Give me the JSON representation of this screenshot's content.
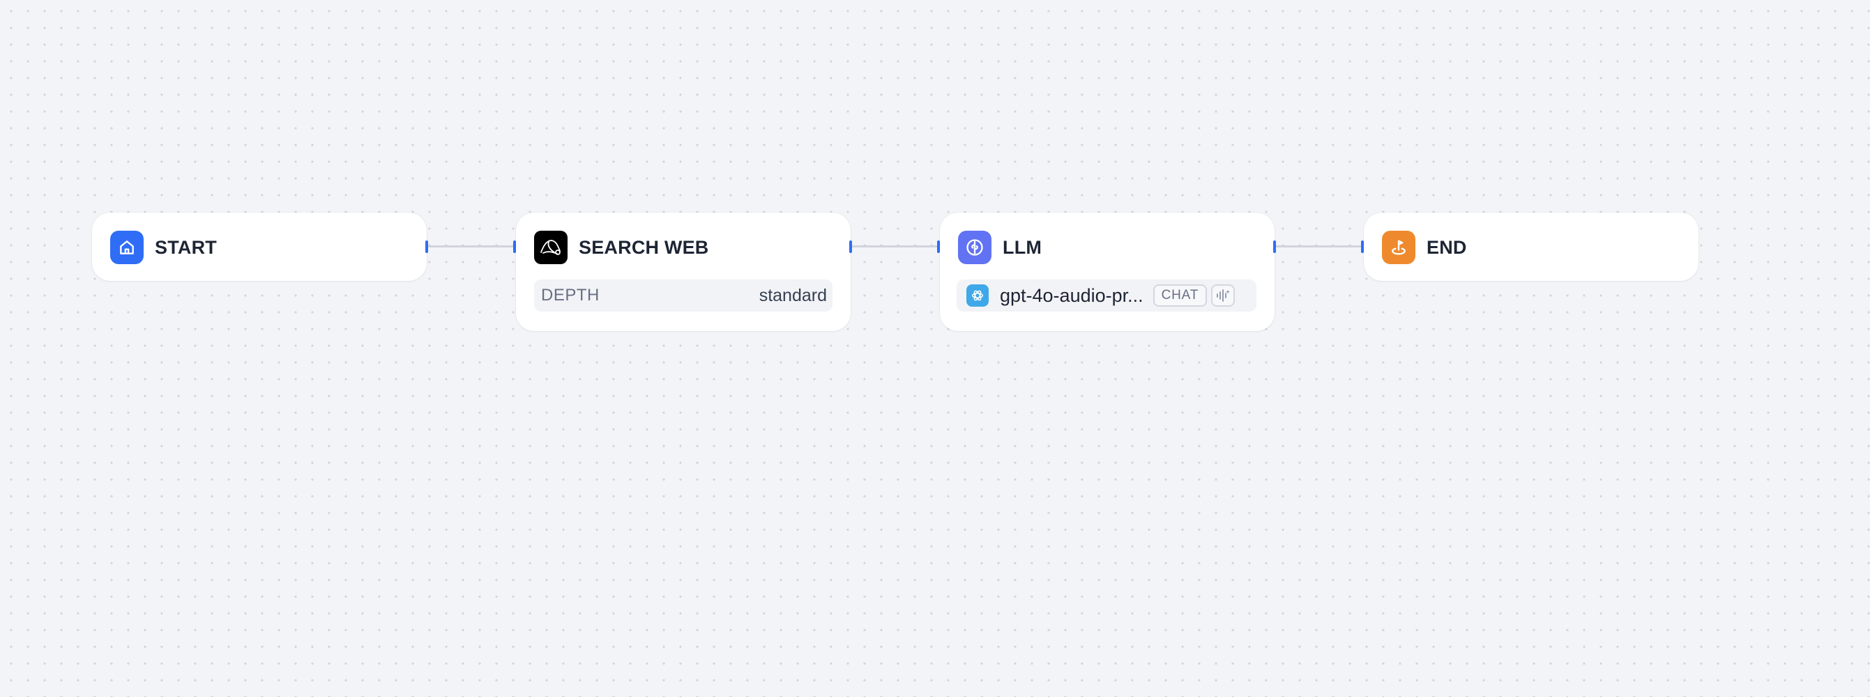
{
  "colors": {
    "canvas_bg": "#f3f4f8",
    "handle": "#2f6df6",
    "edge": "#d0d4dc",
    "start_icon_bg": "#2f6df6",
    "search_icon_bg": "#000000",
    "llm_icon_bg": "#6172f3",
    "end_icon_bg": "#ee8a2d",
    "model_icon_bg": "#3ea8e8"
  },
  "nodes": {
    "start": {
      "title": "START",
      "icon": "home-icon"
    },
    "search_web": {
      "title": "SEARCH WEB",
      "icon": "search-web-icon",
      "param_label": "DEPTH",
      "param_value": "standard"
    },
    "llm": {
      "title": "LLM",
      "icon": "llm-brain-icon",
      "model_name": "gpt-4o-audio-pr...",
      "model_icon": "openai-icon",
      "mode_badge": "CHAT",
      "feature_icon": "audio-wave-icon"
    },
    "end": {
      "title": "END",
      "icon": "flag-icon"
    }
  }
}
